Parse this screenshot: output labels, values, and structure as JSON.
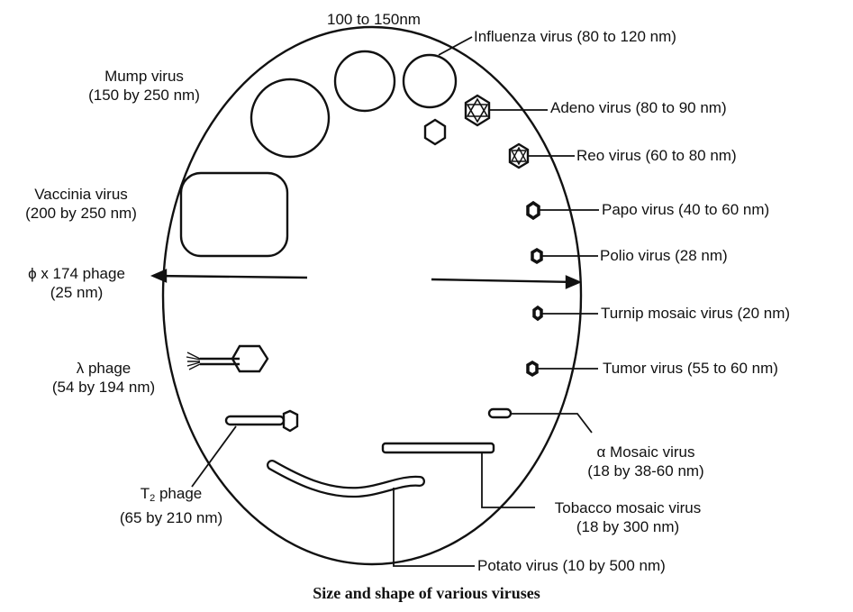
{
  "caption": "Size and shape of various viruses",
  "labels": {
    "size_100_150": "100 to 150nm",
    "influenza": "Influenza virus (80 to 120 nm)",
    "mump_name": "Mump virus",
    "mump_size": "(150 by 250 nm)",
    "adeno": "Adeno virus (80 to 90 nm)",
    "reo": "Reo virus (60 to 80 nm)",
    "vaccinia_name": "Vaccinia virus",
    "vaccinia_size": "(200 by 250 nm)",
    "papo": "Papo virus (40 to 60 nm)",
    "polio": "Polio virus (28 nm)",
    "phix_name": "ϕ x 174 phage",
    "phix_size": "(25 nm)",
    "turnip": "Turnip mosaic virus (20 nm)",
    "lambda_name": "λ phage",
    "lambda_size": "(54 by 194 nm)",
    "tumor": "Tumor virus (55 to 60 nm)",
    "alpha_name": "α Mosaic virus",
    "alpha_size": "(18 by 38-60 nm)",
    "t2_prefix": "T",
    "t2_sub": "2",
    "t2_suffix": " phage",
    "t2_size": "(65 by 210 nm)",
    "tobacco_name": "Tobacco mosaic virus",
    "tobacco_size": "(18 by 300 nm)",
    "potato": "Potato virus (10 by 500 nm)"
  }
}
